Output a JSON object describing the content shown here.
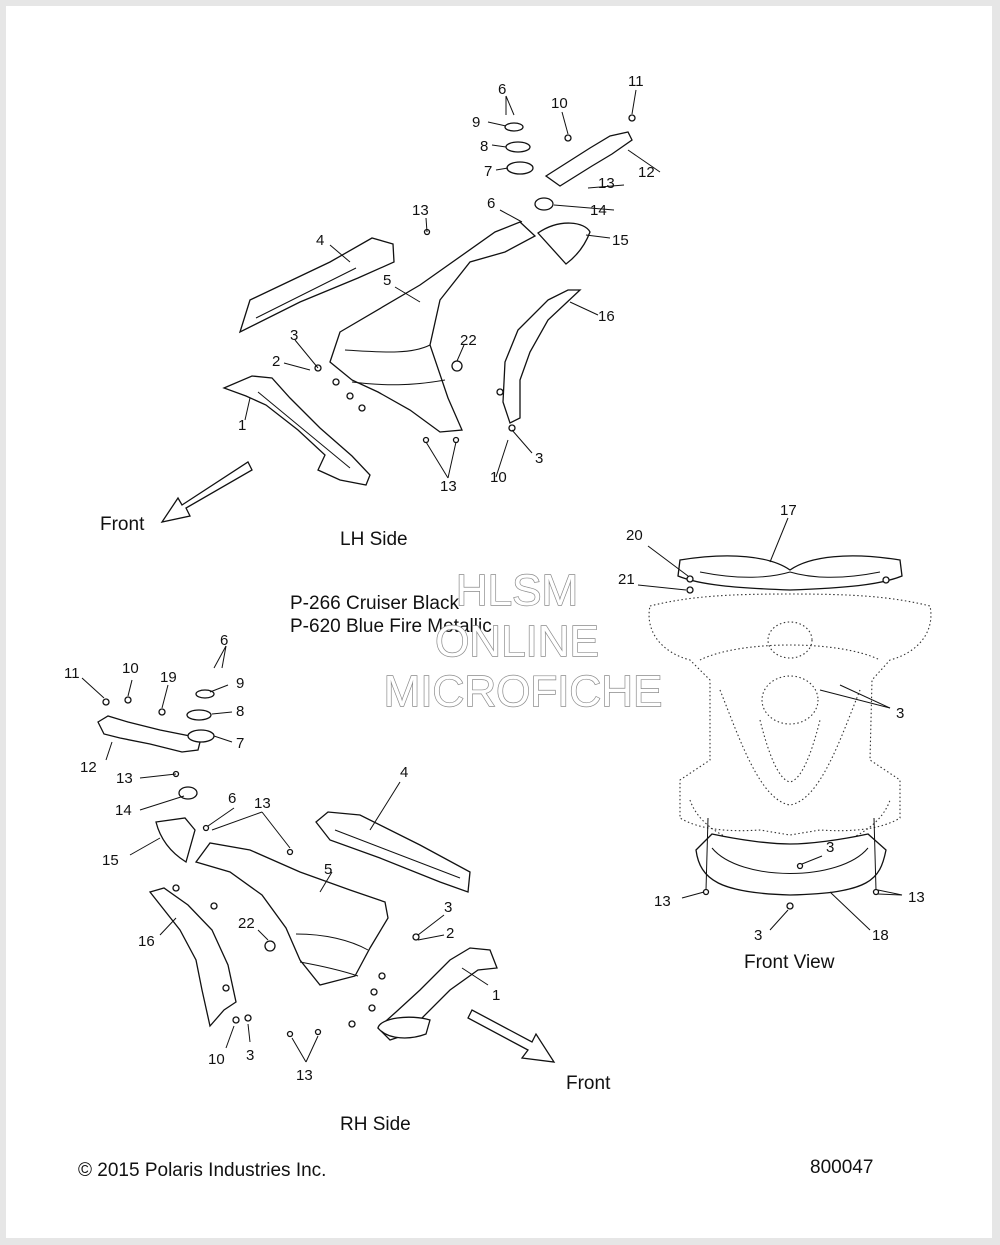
{
  "diagram": {
    "views": {
      "lh": "LH Side",
      "rh": "RH Side",
      "front_view": "Front View"
    },
    "direction_label": "Front",
    "paint_codes": [
      "P-266  Cruiser Black",
      "P-620  Blue Fire Metallic"
    ],
    "watermark": [
      "HLSM",
      "ONLINE",
      "MICROFICHE"
    ],
    "copyright": "© 2015 Polaris Industries Inc.",
    "drawing_number": "800047",
    "callouts": {
      "c1": "1",
      "c2": "2",
      "c3": "3",
      "c4": "4",
      "c5": "5",
      "c6": "6",
      "c7": "7",
      "c8": "8",
      "c9": "9",
      "c10": "10",
      "c11": "11",
      "c12": "12",
      "c13": "13",
      "c14": "14",
      "c15": "15",
      "c16": "16",
      "c17": "17",
      "c18": "18",
      "c19": "19",
      "c20": "20",
      "c21": "21",
      "c22": "22"
    }
  }
}
